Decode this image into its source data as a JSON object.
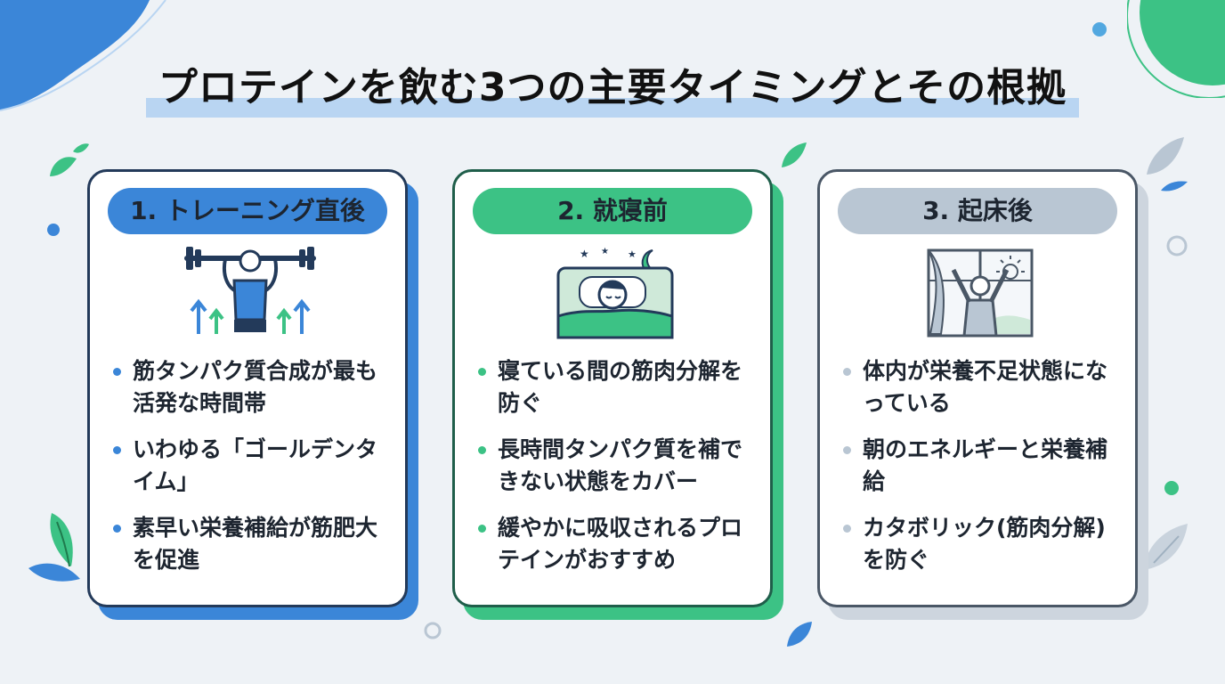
{
  "title": "プロテインを飲む3つの主要タイミングとその根拠",
  "colors": {
    "blue": "#3b86d8",
    "green": "#3cc285",
    "gray": "#b9c6d3",
    "navy": "#233a5a"
  },
  "cards": [
    {
      "heading": "1. トレーニング直後",
      "icon": "weightlifter-icon",
      "bullets": [
        "筋タンパク質合成が最も活発な時間帯",
        "いわゆる「ゴールデンタイム」",
        "素早い栄養補給が筋肥大を促進"
      ]
    },
    {
      "heading": "2. 就寝前",
      "icon": "sleeping-person-icon",
      "bullets": [
        "寝ている間の筋肉分解を防ぐ",
        "長時間タンパク質を補できない状態をカバー",
        "緩やかに吸収されるプロテインがおすすめ"
      ]
    },
    {
      "heading": "3. 起床後",
      "icon": "waking-person-window-icon",
      "bullets": [
        "体内が栄養不足状態になっている",
        "朝のエネルギーと栄養補給",
        "カタボリック(筋肉分解)を防ぐ"
      ]
    }
  ]
}
